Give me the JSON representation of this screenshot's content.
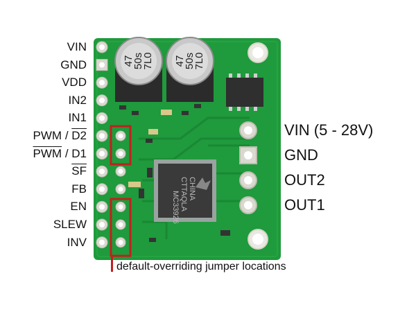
{
  "left_pins": [
    {
      "id": "vin",
      "parts": [
        {
          "t": "VIN",
          "ol": false
        }
      ]
    },
    {
      "id": "gnd",
      "parts": [
        {
          "t": "GND",
          "ol": false
        }
      ]
    },
    {
      "id": "vdd",
      "parts": [
        {
          "t": "VDD",
          "ol": false
        }
      ]
    },
    {
      "id": "in2",
      "parts": [
        {
          "t": "IN2",
          "ol": false
        }
      ]
    },
    {
      "id": "in1",
      "parts": [
        {
          "t": "IN1",
          "ol": false
        }
      ]
    },
    {
      "id": "pwm-d2",
      "parts": [
        {
          "t": "PWM / ",
          "ol": false
        },
        {
          "t": "D2",
          "ol": true
        }
      ]
    },
    {
      "id": "pwm-d1",
      "parts": [
        {
          "t": "PWM",
          "ol": true
        },
        {
          "t": " / D1",
          "ol": false
        }
      ]
    },
    {
      "id": "sf",
      "parts": [
        {
          "t": "SF",
          "ol": true
        }
      ]
    },
    {
      "id": "fb",
      "parts": [
        {
          "t": "FB",
          "ol": false
        }
      ]
    },
    {
      "id": "en",
      "parts": [
        {
          "t": "EN",
          "ol": false
        }
      ]
    },
    {
      "id": "slew",
      "parts": [
        {
          "t": "SLEW",
          "ol": false
        }
      ]
    },
    {
      "id": "inv",
      "parts": [
        {
          "t": "INV",
          "ol": false
        }
      ]
    }
  ],
  "right_terminals": {
    "vin": "VIN (5 - 28V)",
    "gnd": "GND",
    "out2": "OUT2",
    "out1": "OUT1"
  },
  "caption": "default-overriding jumper locations",
  "chip_marking": [
    "MC33926",
    "CTTAQLA",
    "CHINA"
  ],
  "capacitor_marking": {
    "c1": [
      "47",
      "50s",
      "7L0"
    ],
    "c2": [
      "47",
      "50s",
      "7L0"
    ]
  },
  "colors": {
    "pcb": "#1f9a3c",
    "pcb_dark": "#157a2d",
    "jumper_box": "#c0201e",
    "chip": "#3a3a3a"
  }
}
